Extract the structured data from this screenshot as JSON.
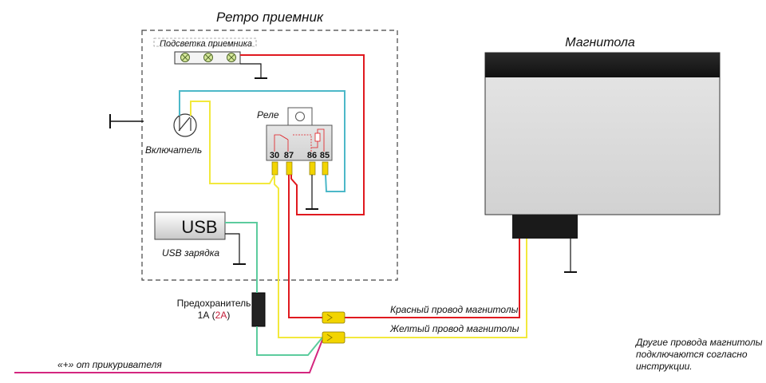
{
  "labels": {
    "retro_title": "Ретро приемник",
    "backlight": "Подсветка приемника",
    "switch": "Включатель",
    "relay": "Реле",
    "pin30": "30",
    "pin87": "87",
    "pin86": "86",
    "pin85": "85",
    "usb": "USB",
    "usb_charger": "USB зарядка",
    "headunit": "Магнитола",
    "fuse_line1": "Предохранитель",
    "fuse_a": "1А (",
    "fuse_b": "2А",
    "fuse_c": ")",
    "red_wire": "Красный провод магнитолы",
    "yellow_wire": "Желтый провод магнитолы",
    "plus": "«+» от прикуривателя",
    "note_1": "Другие провода магнитолы",
    "note_2": "подключаются согласно",
    "note_3": "инструкции."
  },
  "colors": {
    "red": "#e0191f",
    "yellow": "#f2e93c",
    "cyan": "#4cb8c8",
    "green": "#5ccc9e",
    "magenta": "#d4267f",
    "fuse_highlight": "#c41e3a"
  }
}
